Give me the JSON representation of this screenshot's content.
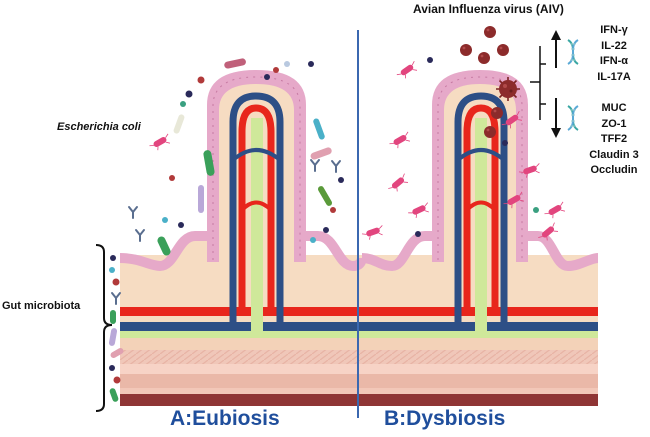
{
  "labels": {
    "aiv": "Avian Influenza virus (AIV)",
    "ecoli": "Escherichia coli",
    "gut_microbiota": "Gut microbiota",
    "panel_a": "A:Eubiosis",
    "panel_b": "B:Dysbiosis"
  },
  "upregulated": [
    "IFN-γ",
    "IL-22",
    "IFN-α",
    "IL-17A"
  ],
  "downregulated": [
    "MUC",
    "ZO-1",
    "TFF2",
    "Claudin 3",
    "Occludin"
  ],
  "colors": {
    "epithelium": "#e6a9c9",
    "lamina_propria": "#f6dcc2",
    "artery": "#e8261c",
    "vein": "#2d4f86",
    "lacteal": "#cfe89a",
    "divider": "#3b68b0",
    "panel_title": "#1f4e9c",
    "virus": "#8c2b2b"
  },
  "icons": [
    "dna-helix-icon",
    "virus-icon",
    "bacterium-icon",
    "antibody-icon",
    "up-arrow-icon",
    "down-arrow-icon"
  ]
}
